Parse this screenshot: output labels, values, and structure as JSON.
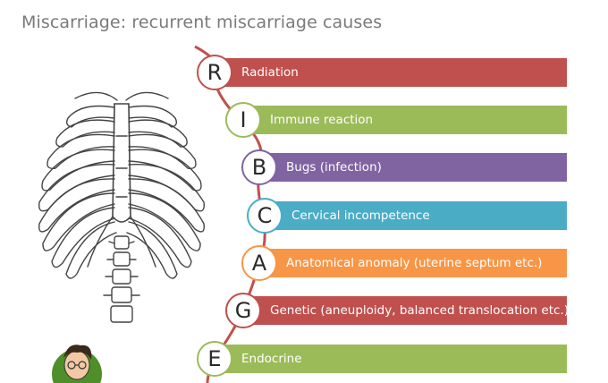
{
  "title": "Miscarriage: recurrent miscarriage causes",
  "items": [
    {
      "letter": "R",
      "label": "Radiation",
      "color": "#c0504d"
    },
    {
      "letter": "I",
      "label": "Immune reaction",
      "color": "#9bbb59"
    },
    {
      "letter": "B",
      "label": "Bugs (infection)",
      "color": "#8064a2"
    },
    {
      "letter": "C",
      "label": "Cervical incompetence",
      "color": "#4bacc6"
    },
    {
      "letter": "A",
      "label": "Anatomical anomaly (uterine septum etc.)",
      "color": "#f79646"
    },
    {
      "letter": "G",
      "label": "Genetic (aneuploidy, balanced translocation etc.)",
      "color": "#c0504d"
    },
    {
      "letter": "E",
      "label": "Endocrine",
      "color": "#9bbb59"
    }
  ],
  "icons": {
    "ribcage": "ribcage-illustration",
    "avatar": "doctor-avatar-icon"
  }
}
